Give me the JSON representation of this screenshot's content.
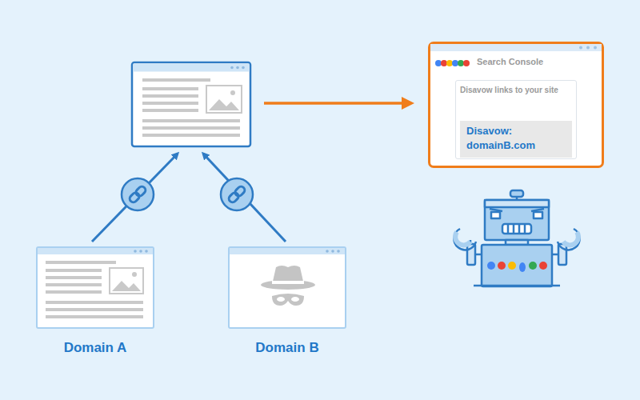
{
  "diagram": {
    "nodes": [
      {
        "text": [
          "Search Console"
        ]
      },
      {
        "text": [
          "Disavow links to your site"
        ],
        "in": 0
      },
      {
        "text": [
          "Disavow: domainB.com"
        ],
        "in": 1
      },
      {
        "text": [
          "Domain A"
        ]
      },
      {
        "text": [
          "Domain B"
        ]
      }
    ]
  }
}
